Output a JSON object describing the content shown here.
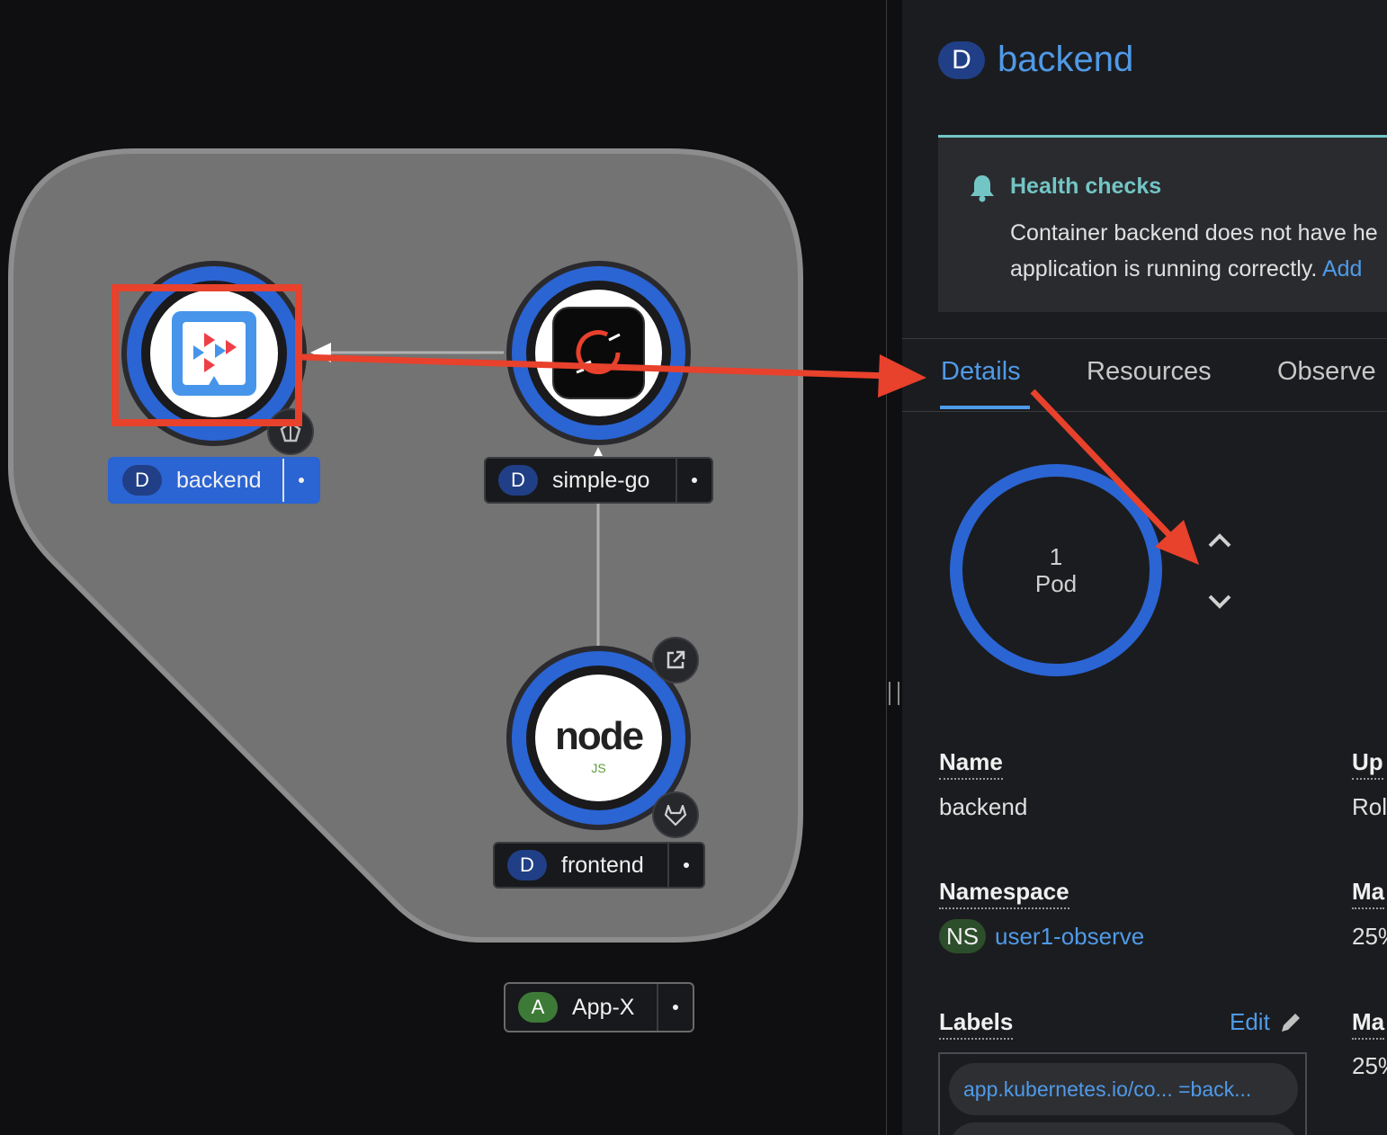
{
  "topology": {
    "nodes": [
      {
        "name": "backend",
        "badge": "D"
      },
      {
        "name": "simple-go",
        "badge": "D"
      },
      {
        "name": "frontend",
        "badge": "D"
      }
    ],
    "application": {
      "name": "App-X",
      "badge": "A"
    },
    "nodejs_logo_text": "node",
    "nodejs_sub_text": "JS"
  },
  "panel": {
    "title_badge": "D",
    "title": "backend",
    "alert": {
      "title": "Health checks",
      "line1": "Container backend does not have he",
      "line2": "application is running correctly. ",
      "link": "Add"
    },
    "tabs": [
      {
        "label": "Details",
        "active": true
      },
      {
        "label": "Resources",
        "active": false
      },
      {
        "label": "Observe",
        "active": false
      }
    ],
    "pod": {
      "count": "1",
      "unit": "Pod"
    },
    "details": {
      "name_label": "Name",
      "name_value": "backend",
      "namespace_label": "Namespace",
      "namespace_badge": "NS",
      "namespace_value": "user1-observe",
      "labels_label": "Labels",
      "labels_edit": "Edit",
      "label_chip": "app.kubernetes.io/co...  =back...",
      "right_col": [
        {
          "label": "Up",
          "value": "Rol"
        },
        {
          "label": "Ma",
          "value": "25%"
        },
        {
          "label": "Ma",
          "value": "25%"
        }
      ]
    }
  },
  "colors": {
    "accent_blue": "#2b64d3",
    "link_blue": "#4f9ae8",
    "alert_teal": "#73c5c5",
    "annotation_red": "#e8412c"
  }
}
